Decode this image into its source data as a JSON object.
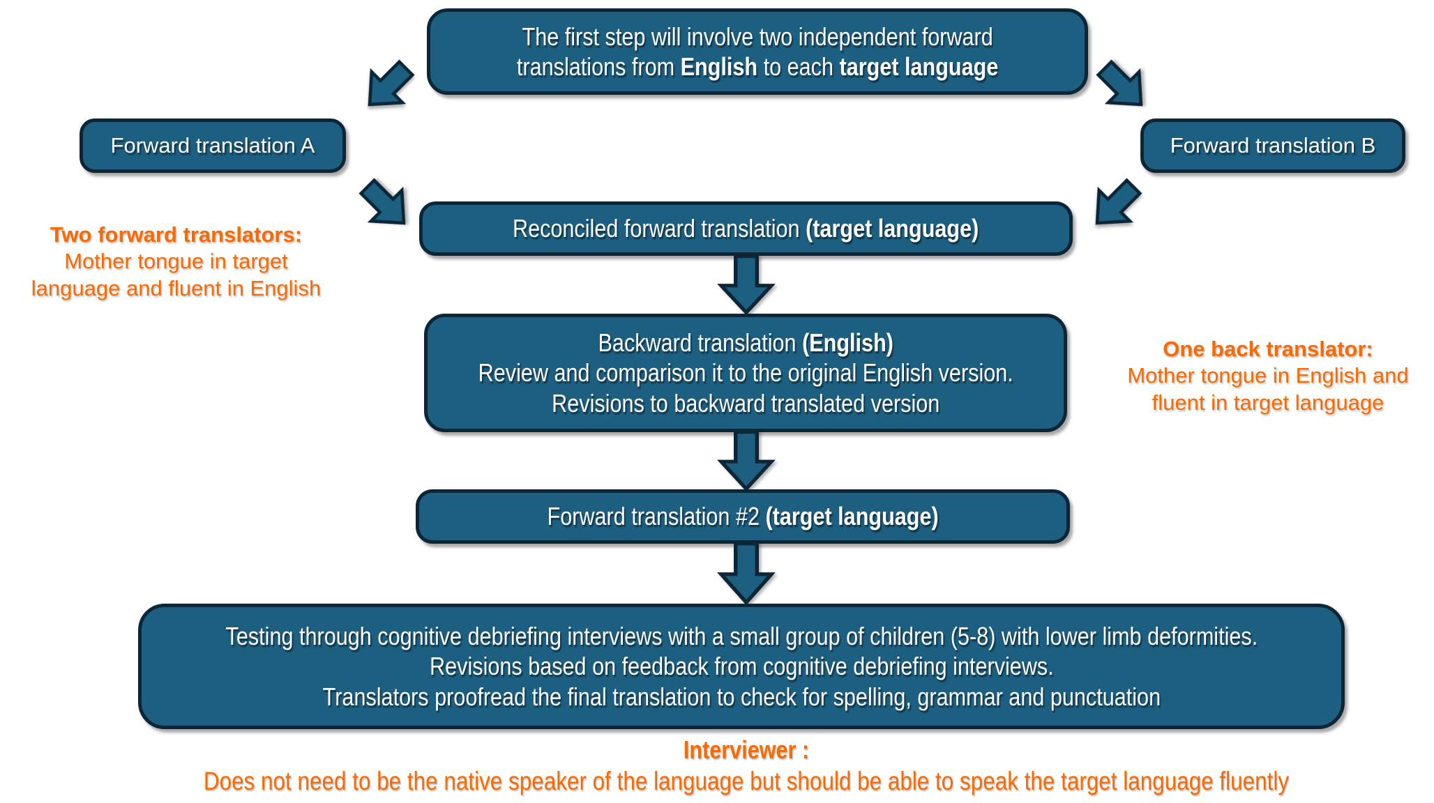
{
  "colors": {
    "box_fill": "#1d5f80",
    "box_border": "#0d2637",
    "text_white": "#ffffff",
    "accent_orange": "#f96a02",
    "background": "#ffffff"
  },
  "boxes": {
    "intro": {
      "lines": [
        [
          {
            "t": "The first step will involve two independent forward"
          }
        ],
        [
          {
            "t": "translations from "
          },
          {
            "t": "English",
            "b": true
          },
          {
            "t": " to each "
          },
          {
            "t": "target language",
            "b": true
          }
        ]
      ]
    },
    "forward_a": {
      "label": "Forward translation A"
    },
    "forward_b": {
      "label": "Forward translation B"
    },
    "reconciled": {
      "lines": [
        [
          {
            "t": "Reconciled forward translation "
          },
          {
            "t": "(target language)",
            "b": true
          }
        ]
      ]
    },
    "backward": {
      "lines": [
        [
          {
            "t": "Backward translation "
          },
          {
            "t": "(English)",
            "b": true
          }
        ],
        [
          {
            "t": "Review and comparison it to the original English version."
          }
        ],
        [
          {
            "t": "Revisions to backward translated version"
          }
        ]
      ]
    },
    "forward_2": {
      "lines": [
        [
          {
            "t": "Forward translation #2 "
          },
          {
            "t": "(target language)",
            "b": true
          }
        ]
      ]
    },
    "testing": {
      "lines": [
        [
          {
            "t": "Testing through cognitive debriefing interviews with a small group of children (5-8) with lower limb deformities."
          }
        ],
        [
          {
            "t": "Revisions based on feedback from cognitive debriefing interviews."
          }
        ],
        [
          {
            "t": "Translators proofread the final translation to check for spelling, grammar and punctuation"
          }
        ]
      ]
    }
  },
  "notes": {
    "forward_translators": {
      "title": "Two forward translators:",
      "lines": [
        "Mother tongue in target",
        "language and fluent in English"
      ]
    },
    "back_translator": {
      "title": "One back translator:",
      "lines": [
        "Mother tongue in English and",
        "fluent in target language"
      ]
    },
    "interviewer": {
      "title": "Interviewer :",
      "lines": [
        "Does not need to be the native speaker of the language but should be able to speak the target language fluently"
      ]
    }
  }
}
